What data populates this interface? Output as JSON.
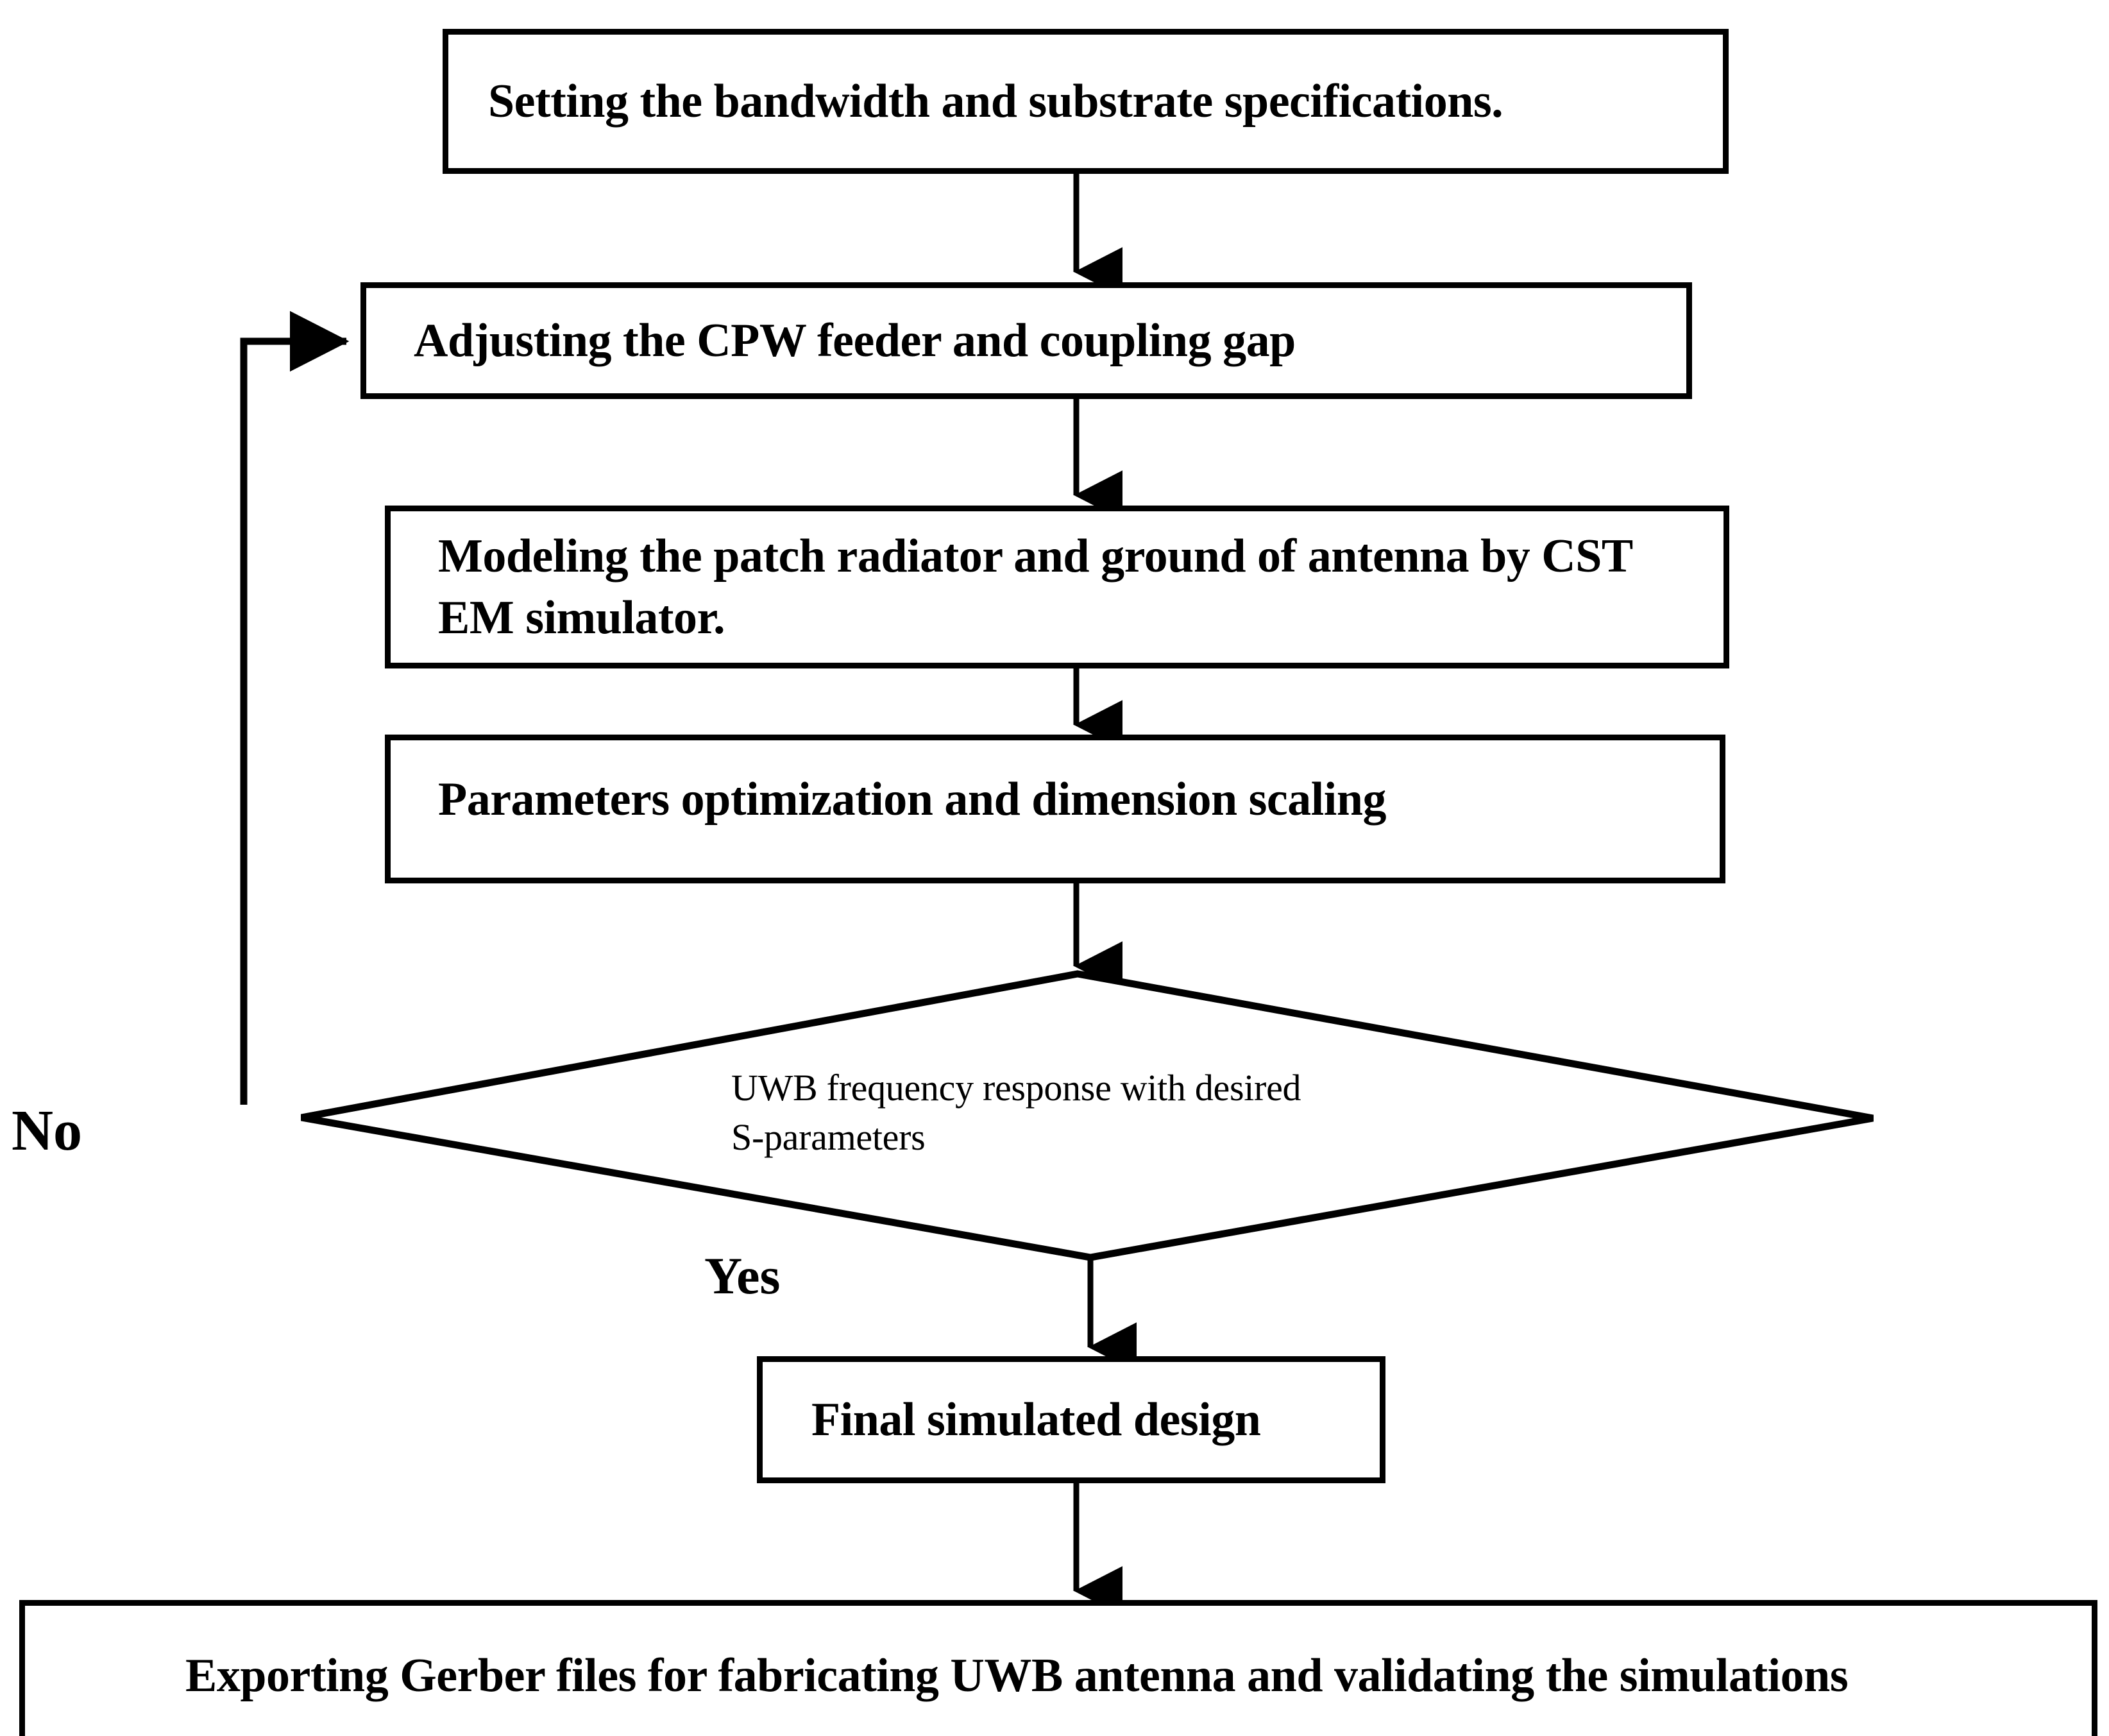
{
  "diagram": {
    "title": "UWB antenna design flowchart",
    "type": "flowchart",
    "colors": {
      "stroke": "#000000",
      "fill": "#ffffff",
      "text": "#000000"
    },
    "nodes": [
      {
        "id": "setting",
        "shape": "process",
        "text": "Setting the bandwidth and substrate specifications."
      },
      {
        "id": "adjusting",
        "shape": "process",
        "text": "Adjusting the CPW feeder and coupling gap"
      },
      {
        "id": "modeling",
        "shape": "process",
        "text": "Modeling the patch radiator and ground of antenna by CST EM simulator."
      },
      {
        "id": "parameters",
        "shape": "process",
        "text": "Parameters optimization and dimension scaling"
      },
      {
        "id": "decision",
        "shape": "diamond",
        "line1": "UWB frequency response with desired",
        "line2": "S-parameters"
      },
      {
        "id": "final",
        "shape": "process",
        "text": "Final simulated design"
      },
      {
        "id": "exporting",
        "shape": "process",
        "text": "Exporting Gerber files for fabricating UWB antenna and validating the simulations"
      }
    ],
    "branch_labels": {
      "no": "No",
      "yes": "Yes"
    }
  }
}
